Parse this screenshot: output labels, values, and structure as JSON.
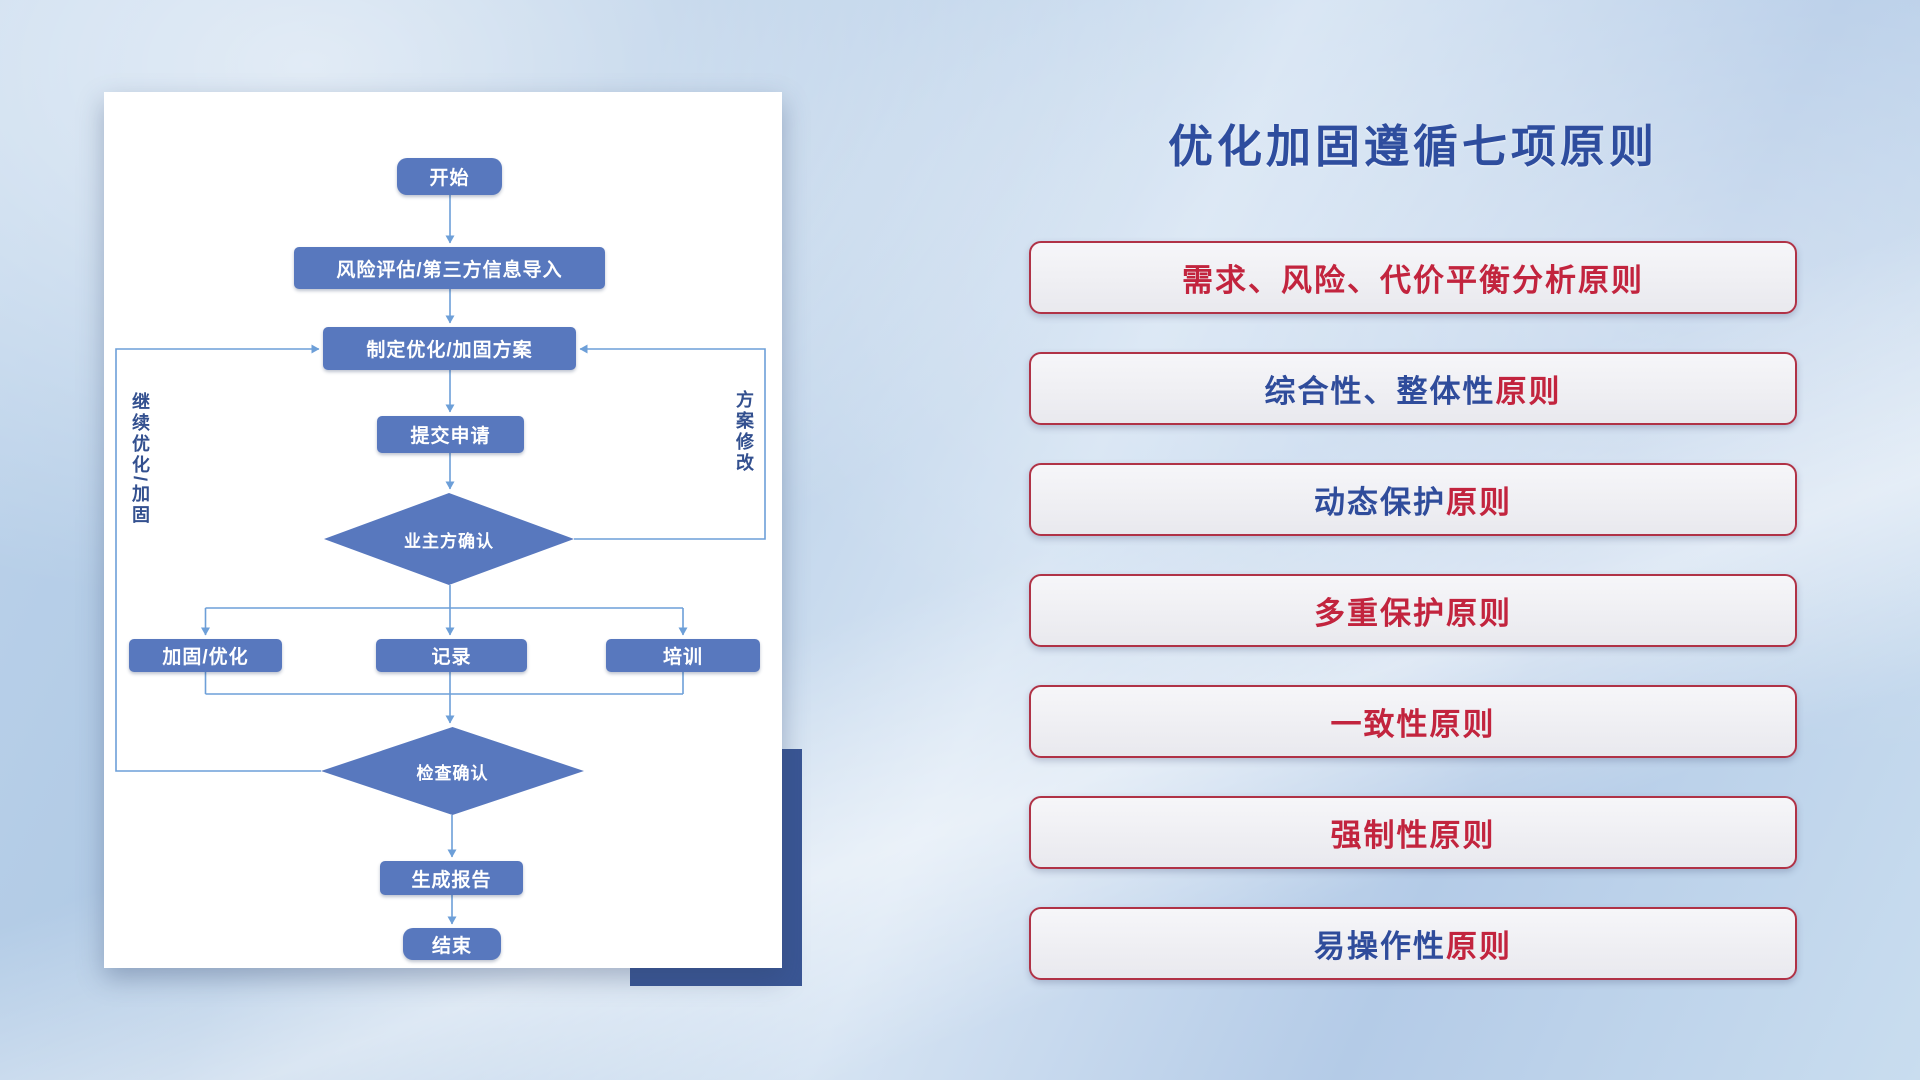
{
  "slide": {
    "title": "优化加固遵循七项原则"
  },
  "flowchart": {
    "nodes": {
      "start": "开始",
      "risk": "风险评估/第三方信息导入",
      "plan": "制定优化/加固方案",
      "submit": "提交申请",
      "owner_confirm": "业主方确认",
      "reinforce": "加固/优化",
      "record": "记录",
      "training": "培训",
      "check_confirm": "检查确认",
      "report": "生成报告",
      "end": "结束"
    },
    "loop_labels": {
      "continue_left": "继续优化/加固",
      "revise_right": "方案修改"
    }
  },
  "principles": [
    {
      "parts": [
        {
          "text": "需求、风险、代价平衡分析原则",
          "color": "#c2243e"
        }
      ]
    },
    {
      "parts": [
        {
          "text": "综合性、整体性",
          "color": "#2f4c9b"
        },
        {
          "text": "原则",
          "color": "#c2243e"
        }
      ]
    },
    {
      "parts": [
        {
          "text": "动态保护",
          "color": "#2f4c9b"
        },
        {
          "text": "原则",
          "color": "#c2243e"
        }
      ]
    },
    {
      "parts": [
        {
          "text": "多重保护原则",
          "color": "#c2243e"
        }
      ]
    },
    {
      "parts": [
        {
          "text": "一致性原则",
          "color": "#c2243e"
        }
      ]
    },
    {
      "parts": [
        {
          "text": "强制性原则",
          "color": "#c2243e"
        }
      ]
    },
    {
      "parts": [
        {
          "text": "易操作性",
          "color": "#2f4c9b"
        },
        {
          "text": "原则",
          "color": "#c2243e"
        }
      ]
    }
  ],
  "colors": {
    "node_fill": "#5878be",
    "connector": "#6d9fd8",
    "title_blue": "#2e4d9e",
    "principle_border": "#b03246",
    "accent_rect": "#3a5694"
  }
}
